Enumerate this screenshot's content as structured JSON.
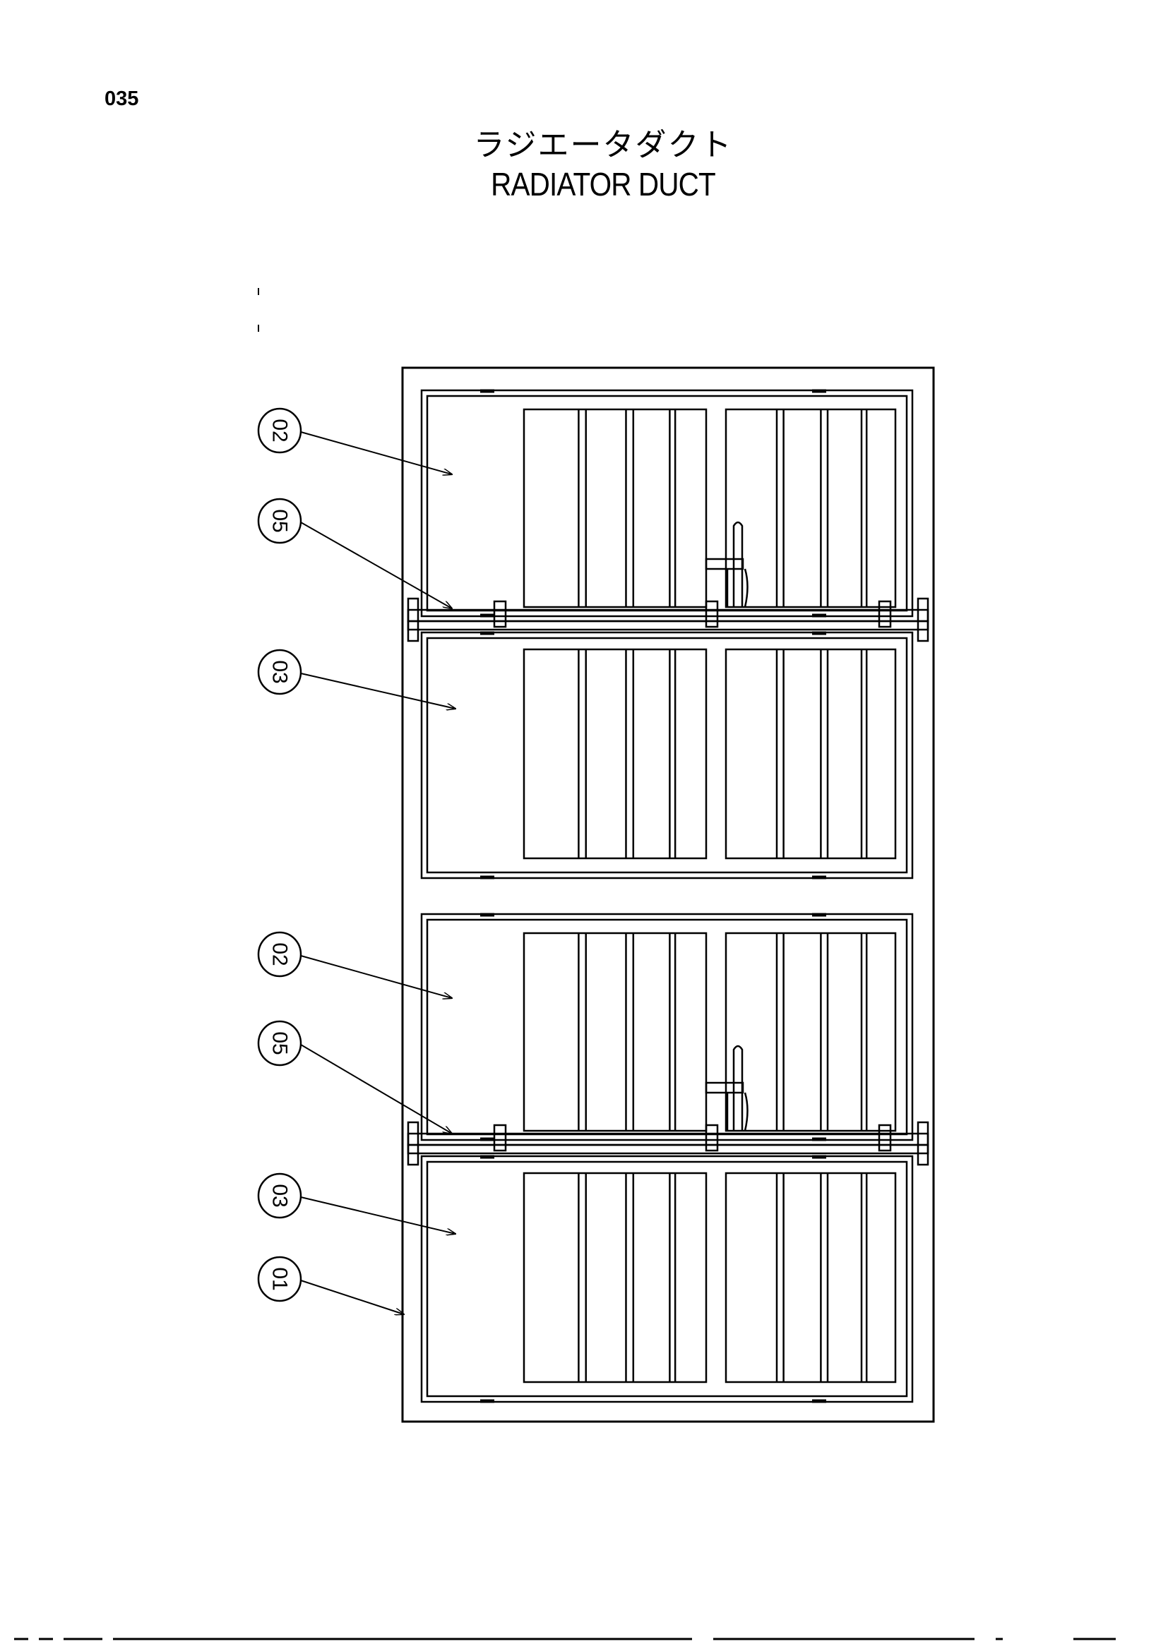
{
  "page": {
    "number": "035",
    "title_ja": "ラジエータダクト",
    "title_en": "RADIATOR DUCT"
  },
  "callouts": [
    {
      "id": "c1",
      "label": "02"
    },
    {
      "id": "c2",
      "label": "05"
    },
    {
      "id": "c3",
      "label": "03"
    },
    {
      "id": "c4",
      "label": "02"
    },
    {
      "id": "c5",
      "label": "05"
    },
    {
      "id": "c6",
      "label": "03"
    },
    {
      "id": "c7",
      "label": "01"
    }
  ]
}
